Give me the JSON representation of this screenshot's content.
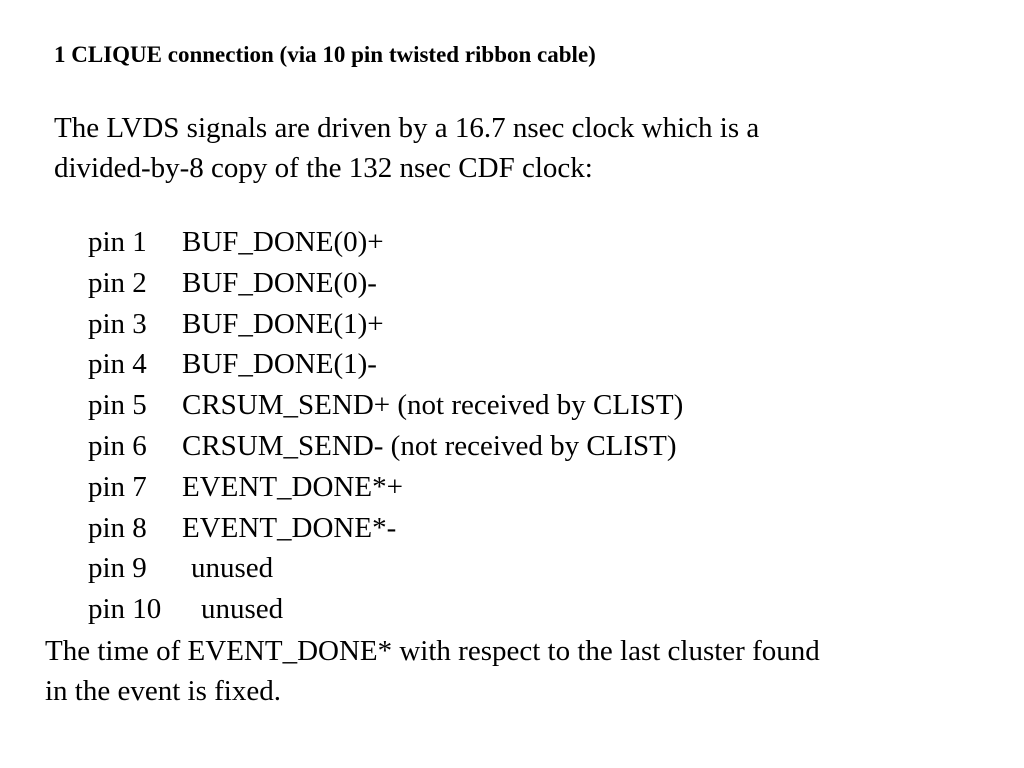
{
  "title": "1 CLIQUE connection (via 10 pin twisted ribbon cable)",
  "intro": {
    "line1": "The LVDS signals are driven by a 16.7 nsec clock which is a",
    "line2": "divided-by-8 copy of the 132 nsec CDF clock:"
  },
  "pins": [
    {
      "pin": "pin 1",
      "signal": "BUF_DONE(0)+"
    },
    {
      "pin": "pin 2",
      "signal": "BUF_DONE(0)-"
    },
    {
      "pin": "pin 3",
      "signal": "BUF_DONE(1)+"
    },
    {
      "pin": "pin 4",
      "signal": "BUF_DONE(1)-"
    },
    {
      "pin": "pin 5",
      "signal": "CRSUM_SEND+ (not received by CLIST)"
    },
    {
      "pin": "pin 6",
      "signal": "CRSUM_SEND- (not received by CLIST)"
    },
    {
      "pin": "pin 7",
      "signal": "EVENT_DONE*+"
    },
    {
      "pin": "pin 8",
      "signal": "EVENT_DONE*-"
    },
    {
      "pin": "pin 9",
      "signal": "unused"
    },
    {
      "pin": "pin 10",
      "signal": "unused"
    }
  ],
  "footer": {
    "line1": "The time of EVENT_DONE* with respect to the last cluster found",
    "line2": "in the event  is fixed."
  }
}
